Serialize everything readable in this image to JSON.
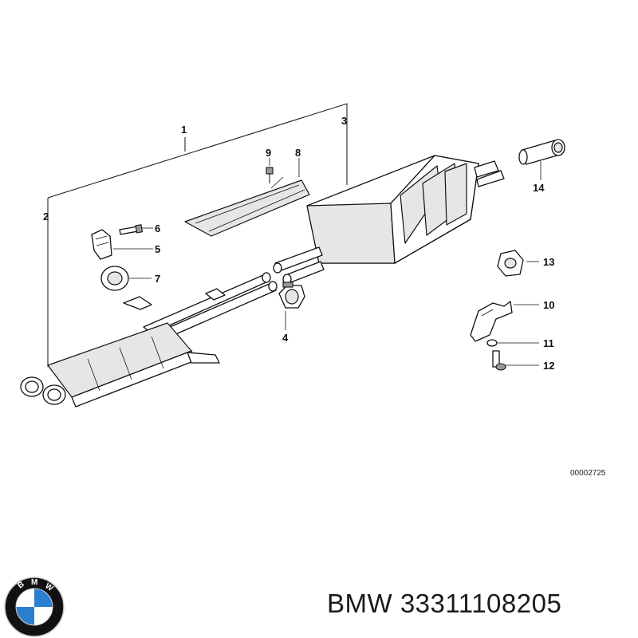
{
  "diagram": {
    "callouts": {
      "c1": "1",
      "c2": "2",
      "c3": "3",
      "c4": "4",
      "c5": "5",
      "c6": "6",
      "c7": "7",
      "c8": "8",
      "c9": "9",
      "c10": "10",
      "c11": "11",
      "c12": "12",
      "c13": "13",
      "c14": "14"
    },
    "reference_number": "00002725"
  },
  "caption": {
    "brand": "BMW",
    "part_number": "33311108205"
  },
  "logo": {
    "letters": [
      "B",
      "M",
      "W"
    ],
    "colors": {
      "blue": "#2b7fd0",
      "ring": "#111111",
      "white": "#ffffff"
    }
  }
}
